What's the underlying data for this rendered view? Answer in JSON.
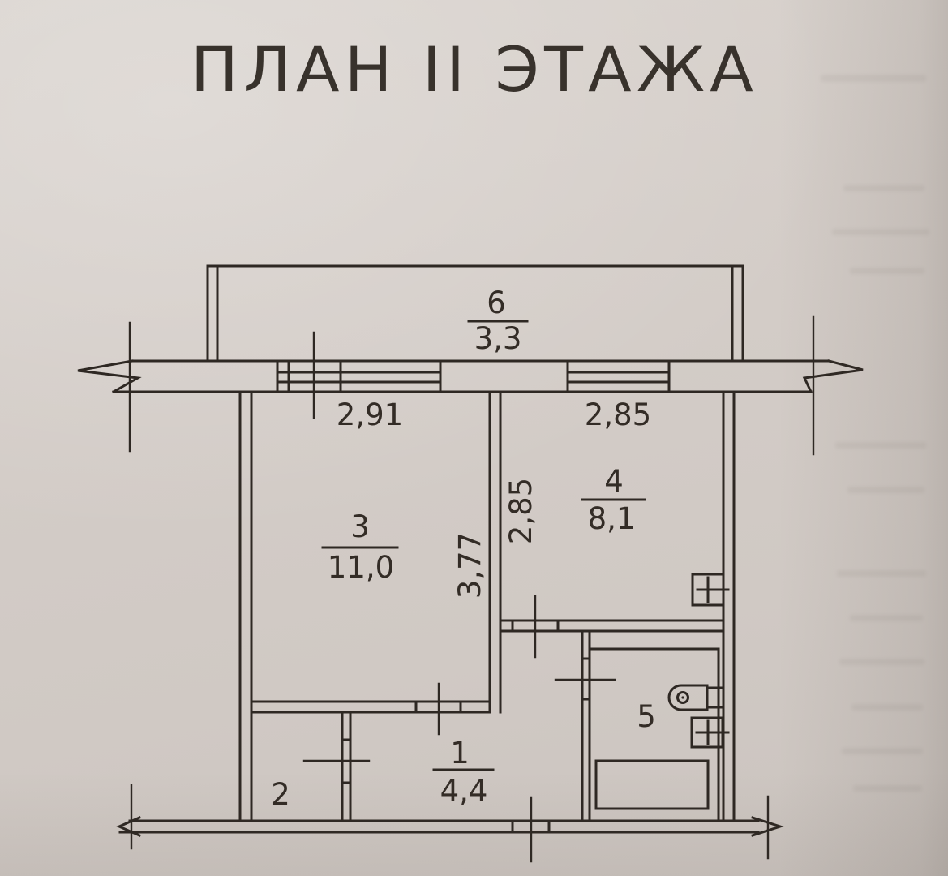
{
  "title": "ПЛАН II ЭТАЖА",
  "rooms": {
    "room6": {
      "number": "6",
      "area": "3,3"
    },
    "room3": {
      "number": "3",
      "area": "11,0"
    },
    "room4": {
      "number": "4",
      "area": "8,1"
    },
    "room1": {
      "number": "1",
      "area": "4,4"
    },
    "room2": {
      "number": "2"
    },
    "room5": {
      "number": "5"
    }
  },
  "dimensions": {
    "top_left": "2,91",
    "top_right": "2,85",
    "vertical_left": "3,77",
    "vertical_right": "2,85"
  },
  "colors": {
    "ink": "#2e2823",
    "paper": "#d3ccc7"
  }
}
